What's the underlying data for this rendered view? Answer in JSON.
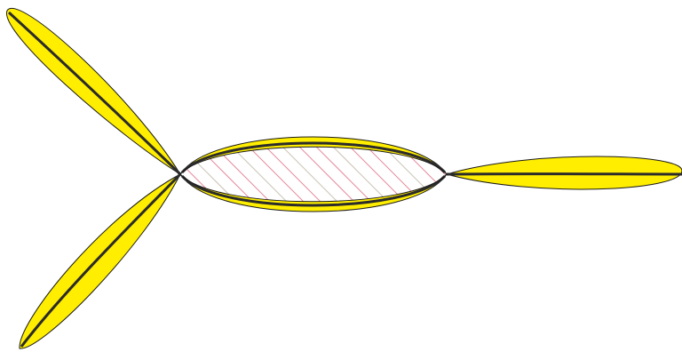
{
  "colors": {
    "background": "#ffffff",
    "fill": "#ffee00",
    "outline": "#1a1a1a",
    "hatch_pink": "#e58a9c",
    "hatch_light": "#c9c3b4"
  },
  "diagram": {
    "description_shapes": [
      "upper-left-petal",
      "lower-left-petal",
      "right-petal",
      "center-lens"
    ]
  }
}
